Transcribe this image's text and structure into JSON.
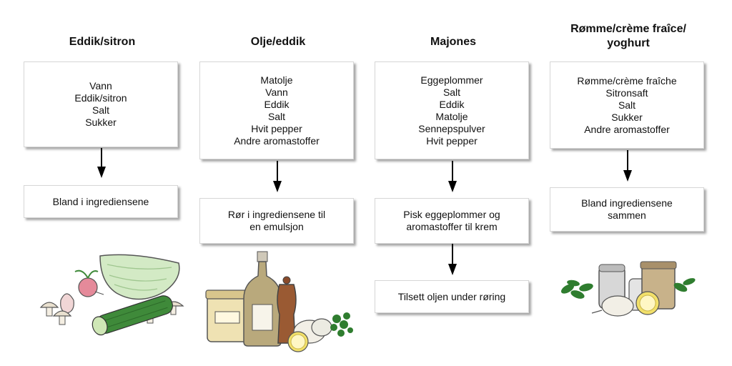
{
  "columns": [
    {
      "title_lines": [
        "Eddik/sitron"
      ],
      "ingredients": [
        "Vann",
        "Eddik/sitron",
        "Salt",
        "Sukker"
      ],
      "steps": [
        [
          "Bland i ingrediensene"
        ]
      ]
    },
    {
      "title_lines": [
        "Olje/eddik"
      ],
      "ingredients": [
        "Matolje",
        "Vann",
        "Eddik",
        "Salt",
        "Hvit pepper",
        "Andre aromastoffer"
      ],
      "steps": [
        [
          "Rør i ingrediensene til",
          "en emulsjon"
        ]
      ]
    },
    {
      "title_lines": [
        "Majones"
      ],
      "ingredients": [
        "Eggeplommer",
        "Salt",
        "Eddik",
        "Matolje",
        "Sennepspulver",
        "Hvit pepper"
      ],
      "steps": [
        [
          "Pisk eggeplommer og",
          "aromastoffer til krem"
        ],
        [
          "Tilsett oljen under røring"
        ]
      ]
    },
    {
      "title_lines": [
        "Rømme/crème fraîce/",
        "yoghurt"
      ],
      "ingredients": [
        "Rømme/crème fraîche",
        "Sitronsaft",
        "Salt",
        "Sukker",
        "Andre aromastoffer"
      ],
      "steps": [
        [
          "Bland ingrediensene",
          "sammen"
        ]
      ]
    }
  ],
  "colors": {
    "box_border": "#d6d6d6",
    "arrow": "#000000",
    "cucumber": "#3f8a3a",
    "cabbage": "#cfe8c2",
    "bottle": "#b9a97c",
    "lemon": "#f2e06a",
    "herb": "#2f7d2f"
  },
  "illustrations": [
    "vegetables-illustration",
    "oil-vinegar-illustration",
    "dairy-herbs-illustration"
  ]
}
